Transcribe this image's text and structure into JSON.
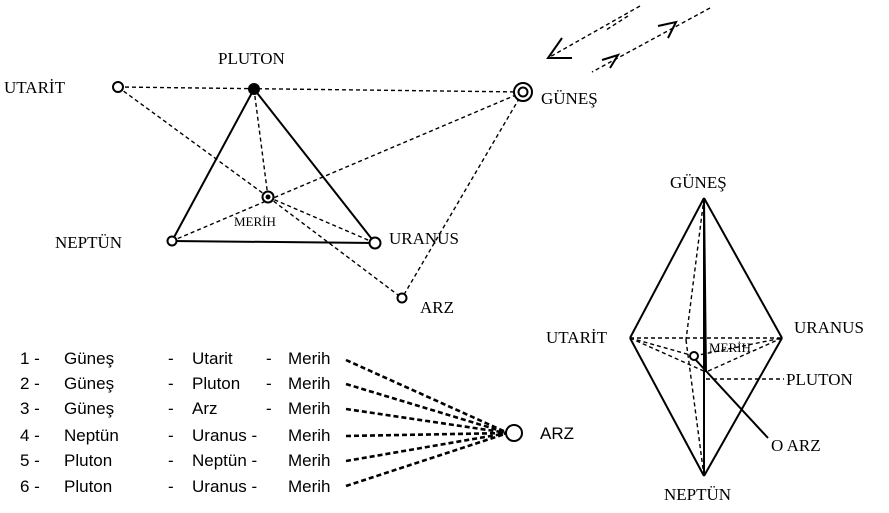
{
  "diagram1": {
    "labels": {
      "utarit": "UTARİT",
      "pluton": "PLUTON",
      "gunes": "GÜNEŞ",
      "merih": "MERİH",
      "neptun": "NEPTÜN",
      "uranus": "URANUS",
      "arz": "ARZ"
    }
  },
  "diagram2": {
    "labels": {
      "gunes": "GÜNEŞ",
      "utarit": "UTARİT",
      "uranus": "URANUS",
      "merih": "MERİH",
      "pluton": "PLUTON",
      "arz": "O  ARZ",
      "neptun": "NEPTÜN"
    }
  },
  "list": {
    "rows": [
      {
        "num": "1 -",
        "a": "Güneş",
        "b": "Utarit",
        "c": "Merih"
      },
      {
        "num": "2 -",
        "a": "Güneş",
        "b": "Pluton",
        "c": "Merih"
      },
      {
        "num": "3 -",
        "a": "Güneş",
        "b": "Arz",
        "c": "Merih"
      },
      {
        "num": "4 -",
        "a": "Neptün",
        "b": "Uranus -",
        "c": "Merih"
      },
      {
        "num": "5 -",
        "a": "Pluton",
        "b": "Neptün -",
        "c": "Merih"
      },
      {
        "num": "6 -",
        "a": "Pluton",
        "b": "Uranus -",
        "c": "Merih"
      }
    ],
    "target": "ARZ"
  }
}
